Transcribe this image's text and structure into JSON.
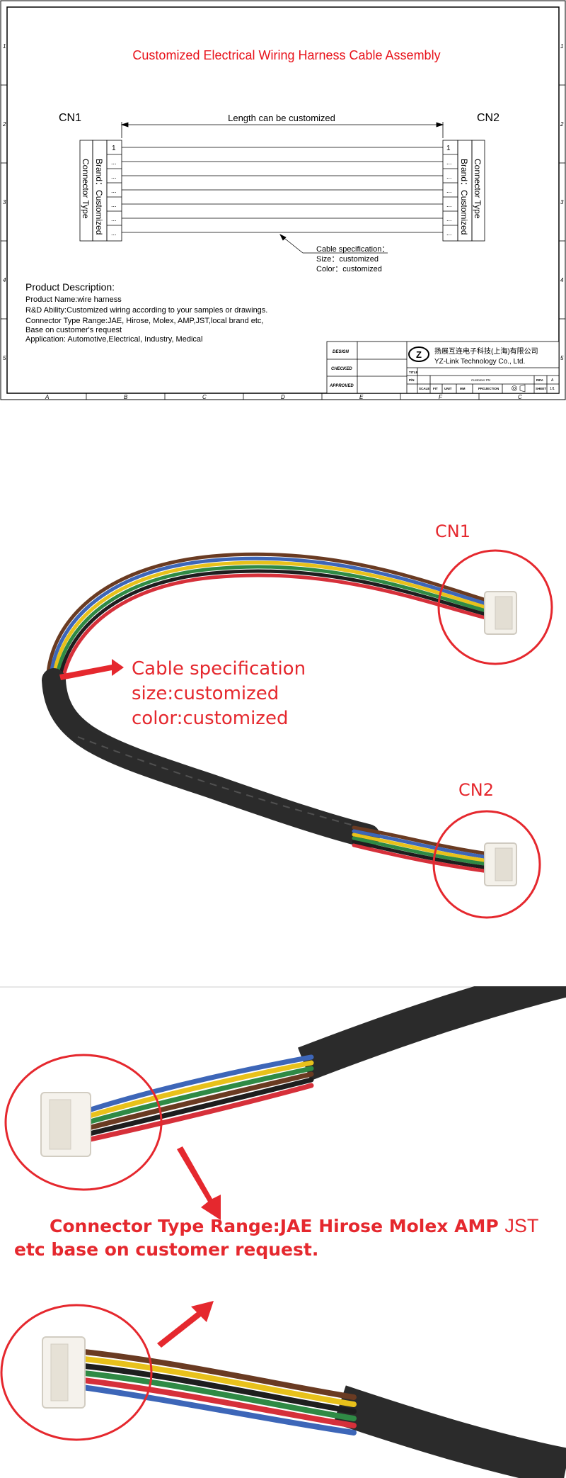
{
  "drawing": {
    "title": "Customized Electrical Wiring Harness Cable Assembly",
    "cn1_label": "CN1",
    "cn2_label": "CN2",
    "length_label": "Length can be customized",
    "pin_first": "1",
    "pin_dots": "...",
    "connector_type_label": "Connector Type",
    "brand_label": "Brand：Customized",
    "cable_spec": {
      "heading": "Cable specification：",
      "size": "Size：customized",
      "color": "Color：customized"
    },
    "description": {
      "heading": "Product Description:",
      "lines": [
        "Product  Name:wire harness",
        "R&D Ability:Customized wiring according to your samples or drawings.",
        "Connector Type Range:JAE, Hirose, Molex, AMP,JST,local brand etc,",
        "Base on customer's request",
        " Application:  Automotive,Electrical, Industry, Medical"
      ]
    },
    "border_numbers": [
      "1",
      "2",
      "3",
      "4",
      "5"
    ],
    "border_letters": [
      "A",
      "B",
      "C",
      "D",
      "E",
      "F",
      "C"
    ],
    "title_block": {
      "design": "DESIGN",
      "checked": "CHECKED",
      "approved": "APPROVED",
      "company_cn": "扬展互连电子科技(上海)有限公司",
      "company_en": "YZ-Link Technology Co., Ltd.",
      "logo_letter": "Z",
      "title_cell": "TITLE",
      "pn_cell": "P/N",
      "customer_pn": "Customer PN",
      "rev": "REV.",
      "rev_value": "A",
      "scale": "SCALE",
      "fit": "FIT",
      "unit": "UNIT",
      "unit_value": "MM",
      "projection": "PROJECTION",
      "sheet": "SHEET",
      "sheet_value": "1/1"
    }
  },
  "photo1": {
    "cn1": "CN1",
    "cn2": "CN2",
    "spec_lines": [
      "Cable specification",
      "size:customized",
      "color:customized"
    ]
  },
  "photo2": {
    "line1_a": "Connector Type Range:JAE Hirose Molex AMP ",
    "line1_b": "JST",
    "line2": "etc base on customer request."
  },
  "colors": {
    "annotation_red": "#e5282e",
    "title_red": "#e8131b",
    "jacket": "#2b2b2b"
  }
}
